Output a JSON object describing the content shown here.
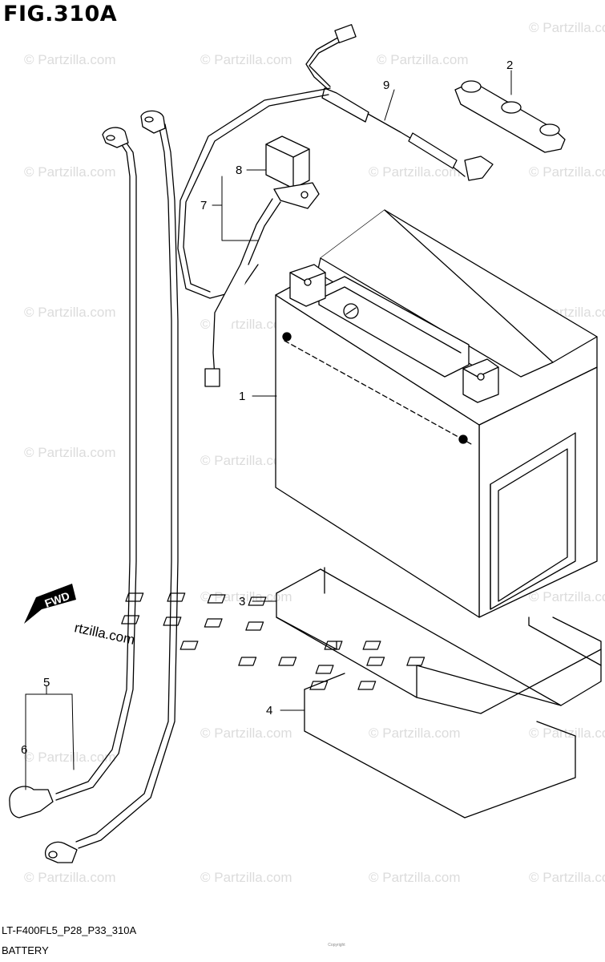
{
  "figure": {
    "title": "FIG.310A",
    "code": "LT-F400FL5_P28_P33_310A",
    "name": "BATTERY",
    "copyright": "Copyright"
  },
  "watermark": "© Partzilla.com",
  "fwd_label": "FWD",
  "fwd_watermark": "rtzilla.com",
  "callouts": [
    "1",
    "2",
    "3",
    "4",
    "5",
    "6",
    "7",
    "8",
    "9"
  ]
}
